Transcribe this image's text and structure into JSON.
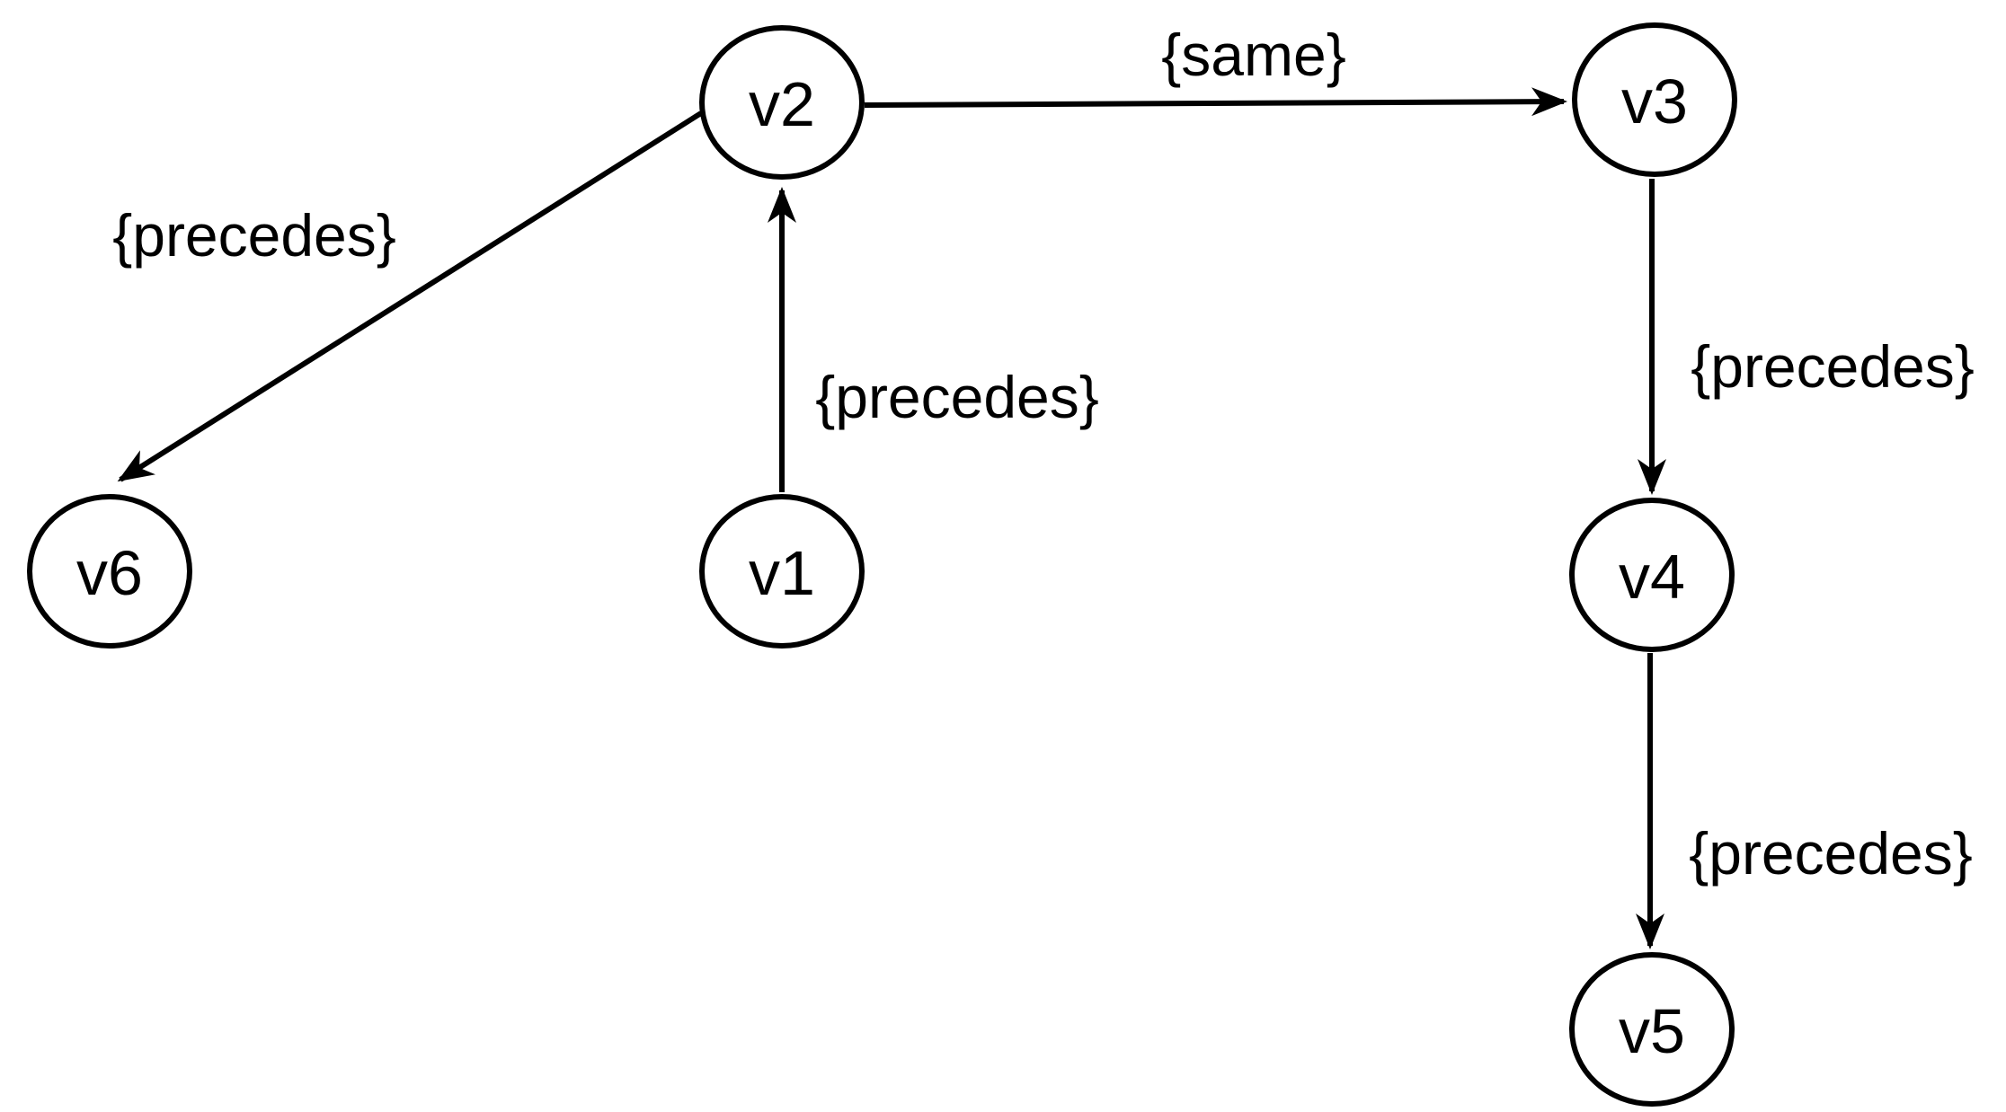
{
  "diagram": {
    "background_color": "#ffffff",
    "stroke_color": "#000000",
    "text_color": "#000000",
    "nodes": [
      {
        "id": "v1",
        "label": "v1"
      },
      {
        "id": "v2",
        "label": "v2"
      },
      {
        "id": "v3",
        "label": "v3"
      },
      {
        "id": "v4",
        "label": "v4"
      },
      {
        "id": "v5",
        "label": "v5"
      },
      {
        "id": "v6",
        "label": "v6"
      }
    ],
    "edges": [
      {
        "from": "v1",
        "to": "v2",
        "label": "{precedes}",
        "direction": "up"
      },
      {
        "from": "v2",
        "to": "v3",
        "label": "{same}",
        "direction": "right"
      },
      {
        "from": "v2",
        "to": "v6",
        "label": "{precedes}",
        "direction": "down-left"
      },
      {
        "from": "v3",
        "to": "v4",
        "label": "{precedes}",
        "direction": "down"
      },
      {
        "from": "v4",
        "to": "v5",
        "label": "{precedes}",
        "direction": "down"
      }
    ]
  }
}
